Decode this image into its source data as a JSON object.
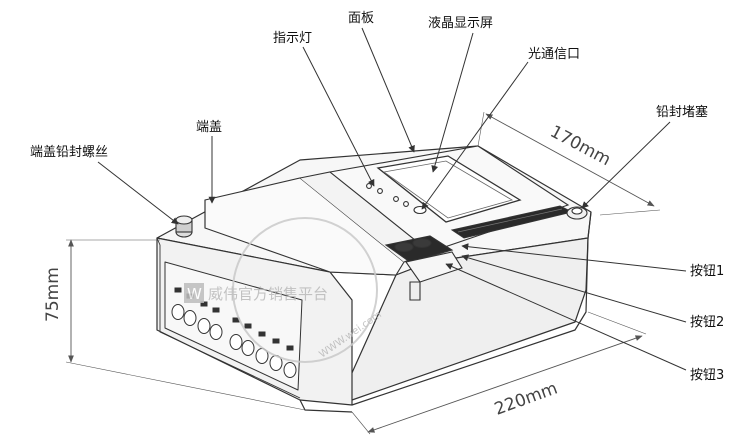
{
  "labels": {
    "indicator_light": "指示灯",
    "panel": "面板",
    "lcd": "液晶显示屏",
    "optical_port": "光通信口",
    "seal_plug": "铅封堵塞",
    "terminal_cover": "端盖",
    "terminal_seal_screw": "端盖铅封螺丝",
    "button1": "按钮1",
    "button2": "按钮2",
    "button3": "按钮3"
  },
  "dimensions": {
    "depth": "170mm",
    "height": "75mm",
    "width": "220mm"
  },
  "watermark": {
    "logo": "W",
    "brand": "威伟官方销售平台",
    "url": "WWW.wei.com"
  },
  "colors": {
    "line": "#333333",
    "dim_line": "#555555",
    "body_fill": "#f4f4f4",
    "dark_fill": "#2a2a2a"
  }
}
